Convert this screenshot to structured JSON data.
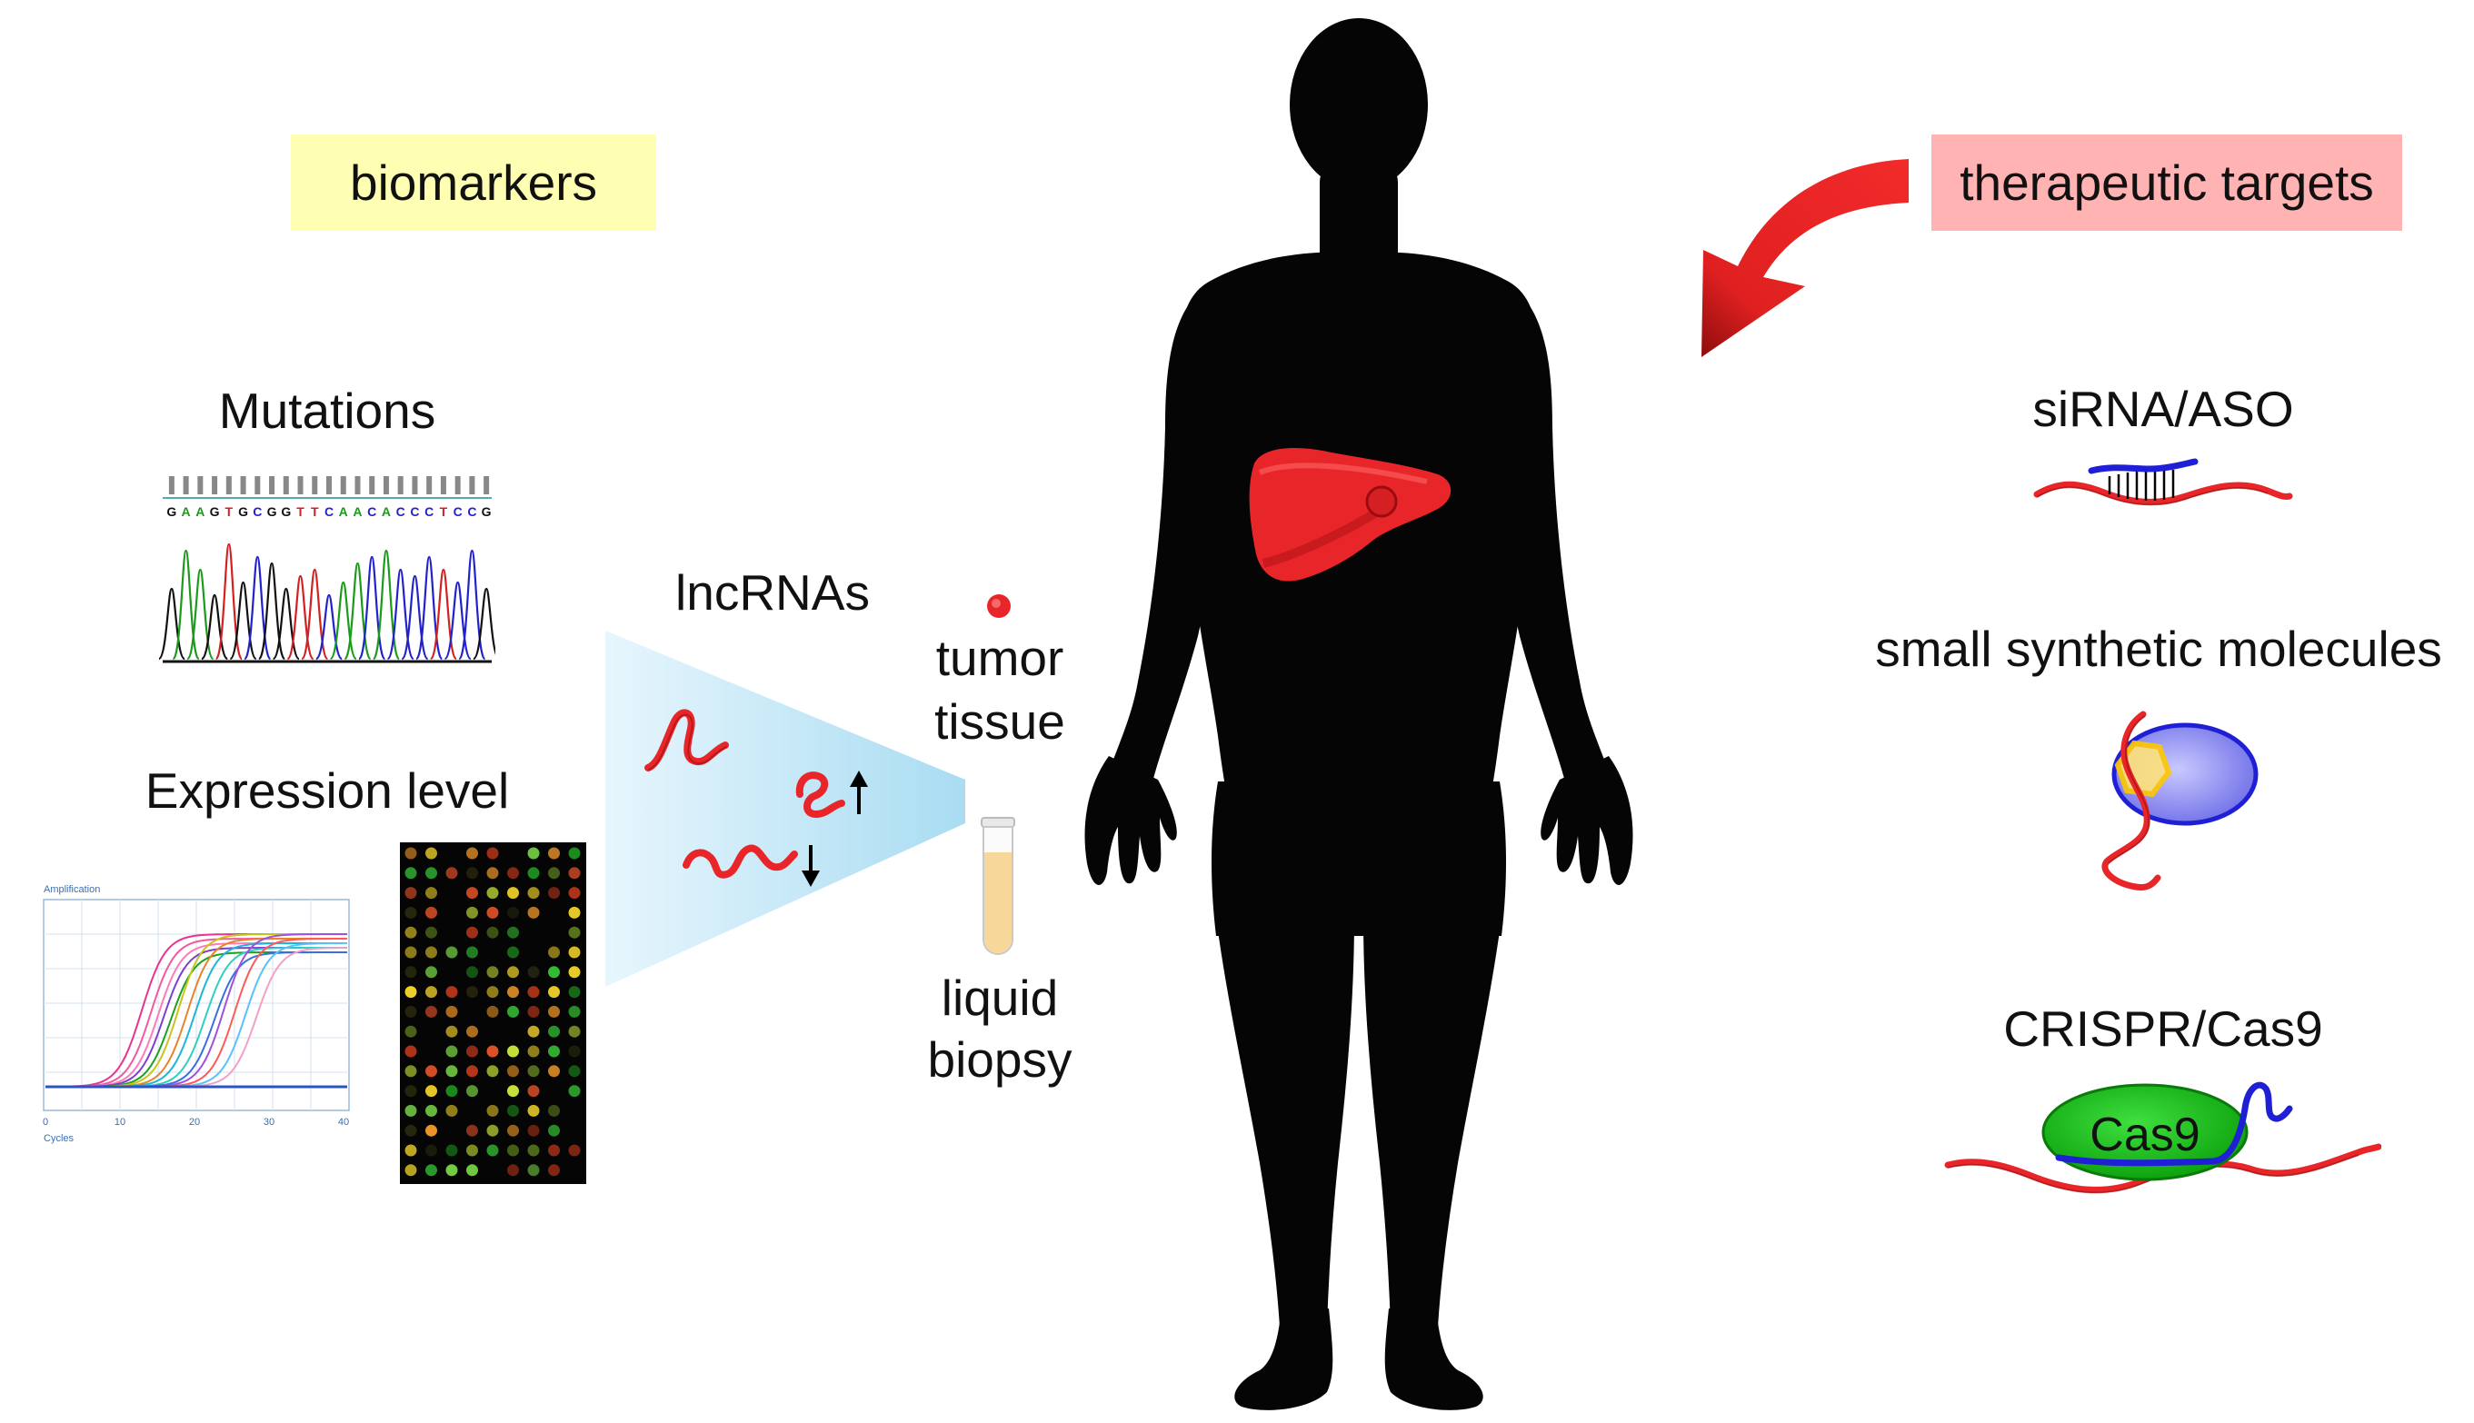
{
  "biomarkers": {
    "tag": "biomarkers",
    "tag_color": "#ffffb3",
    "mutations": {
      "title": "Mutations",
      "sequence": "GAAGTGCGGTTCAACACCCTCCG"
    },
    "expression": {
      "title": "Expression level",
      "qpcr_title": "Amplification",
      "qpcr_xlabel": "Cycles",
      "qpcr_ticks": [
        "0",
        "10",
        "20",
        "30",
        "40"
      ]
    }
  },
  "lncrnas": {
    "title": "lncRNAs",
    "tumor_tissue": [
      "tumor",
      "tissue"
    ],
    "liquid_biopsy": [
      "liquid",
      "biopsy"
    ]
  },
  "therapeutic": {
    "tag": "therapeutic targets",
    "tag_color": "#ffb3b3",
    "sirna": "siRNA/ASO",
    "small_molecules": "small synthetic molecules",
    "crispr": "CRISPR/Cas9",
    "cas9": "Cas9"
  },
  "colors": {
    "rna": "#e8262a",
    "guide": "#1f1fd6",
    "liver": "#e8262a",
    "silhouette": "#050505",
    "cone": "#bfe6f7",
    "cas9": "#19c019",
    "ligand": "#ffd23a"
  }
}
